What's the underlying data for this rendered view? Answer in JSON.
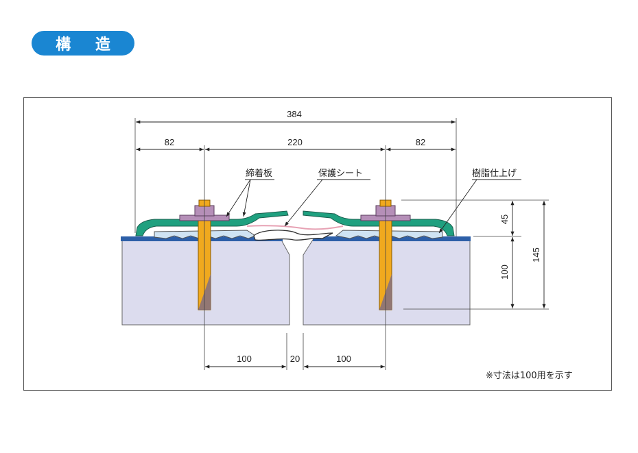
{
  "section": {
    "title": "構 造"
  },
  "dimensions": {
    "overall_width": "384",
    "left_flange": "82",
    "center_span": "220",
    "right_flange": "82",
    "height_upper": "45",
    "height_lower": "100",
    "height_total": "145",
    "bottom_left": "100",
    "gap": "20",
    "bottom_right": "100"
  },
  "labels": {
    "clamp_plate": "締着板",
    "protective_sheet": "保護シート",
    "resin_finish": "樹脂仕上げ"
  },
  "note": "※寸法は100用を示す",
  "colors": {
    "pill": "#1a86d2",
    "concrete": "#dcdcee",
    "plate_green": "#1fa07f",
    "base_blue": "#2d5fa8",
    "rubber": "#cfe3f3",
    "bolt_gold": "#f0a91e",
    "nut_purple": "#b58fb8",
    "sheet_pink": "#e7a2b4"
  }
}
